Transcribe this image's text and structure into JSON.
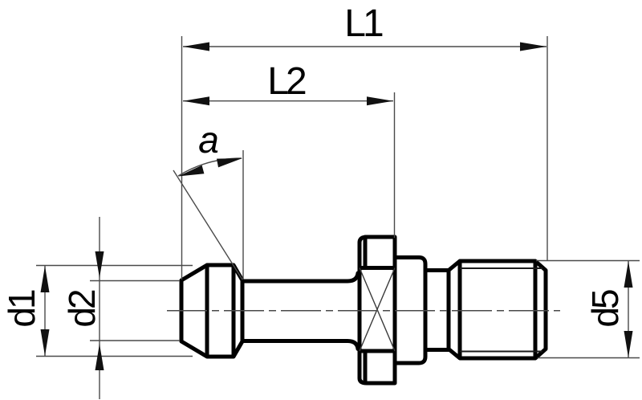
{
  "drawing": {
    "type": "technical dimension drawing",
    "subject": "pull stud (retention knob) side view",
    "background_color": "#ffffff",
    "outline_color": "#000000",
    "thin_line_color": "#4a4a4a",
    "dimension_labels": {
      "total_length": "L1",
      "length_to_flange": "L2",
      "head_cone_angle": "a",
      "head_diameter": "d1",
      "neck_diameter": "d2",
      "thread_diameter": "d5"
    }
  }
}
